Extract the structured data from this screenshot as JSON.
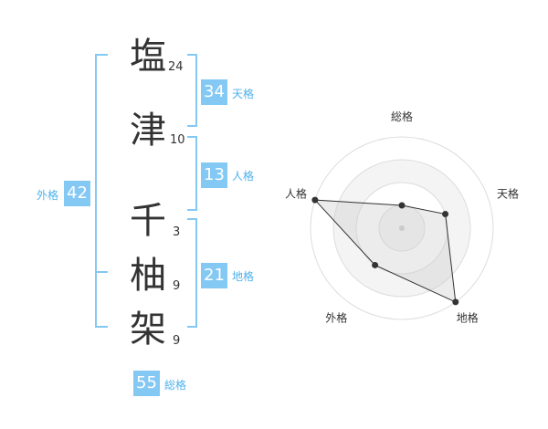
{
  "name_chars": [
    {
      "char": "塩",
      "strokes": "24"
    },
    {
      "char": "津",
      "strokes": "10"
    },
    {
      "char": "千",
      "strokes": "3"
    },
    {
      "char": "柚",
      "strokes": "9"
    },
    {
      "char": "架",
      "strokes": "9"
    }
  ],
  "fortunes": {
    "tenkaku": {
      "value": "34",
      "label": "天格"
    },
    "jinkaku": {
      "value": "13",
      "label": "人格"
    },
    "chikaku": {
      "value": "21",
      "label": "地格"
    },
    "gaikaku": {
      "value": "42",
      "label": "外格"
    },
    "soukaku": {
      "value": "55",
      "label": "総格"
    }
  },
  "colors": {
    "bracket": "#84c8f4",
    "badge": "#84c8f4",
    "label": "#4db1ee"
  },
  "chart_data": {
    "type": "radar",
    "axes": [
      "総格",
      "天格",
      "地格",
      "外格",
      "人格"
    ],
    "values": [
      1,
      2,
      4,
      2,
      4
    ],
    "rmax": 4,
    "rings": 4
  }
}
